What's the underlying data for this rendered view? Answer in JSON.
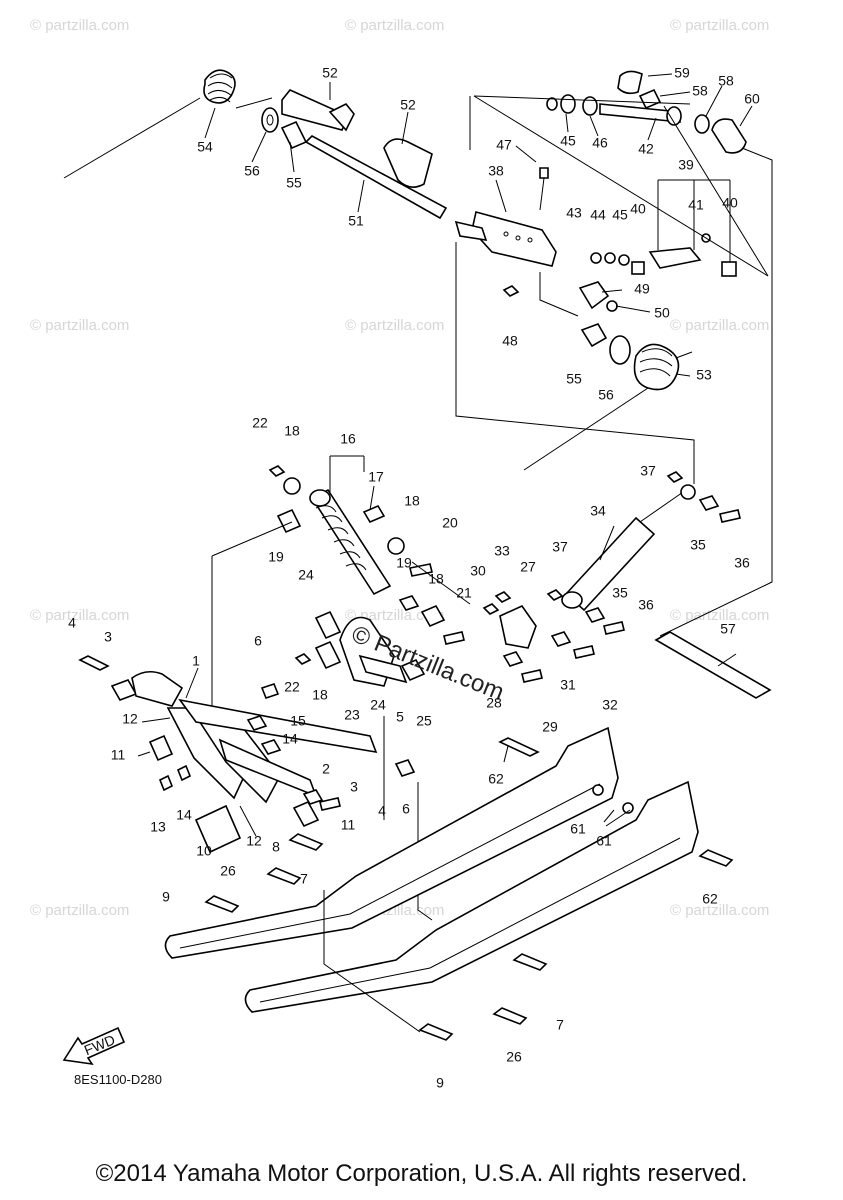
{
  "watermark_text": "© partzilla.com",
  "center_watermark": "© Partzilla.com",
  "fwd_label": "FWD",
  "diagram_code": "8ES1100-D280",
  "copyright": "©2014 Yamaha Motor Corporation, U.S.A. All rights reserved.",
  "callouts": [
    "59",
    "58",
    "58",
    "60",
    "52",
    "52",
    "54",
    "56",
    "55",
    "51",
    "45",
    "46",
    "42",
    "47",
    "38",
    "39",
    "43",
    "44",
    "45",
    "40",
    "41",
    "40",
    "49",
    "50",
    "48",
    "55",
    "56",
    "53",
    "22",
    "18",
    "16",
    "17",
    "18",
    "20",
    "19",
    "19",
    "18",
    "24",
    "21",
    "30",
    "33",
    "27",
    "37",
    "34",
    "37",
    "35",
    "36",
    "35",
    "36",
    "57",
    "4",
    "3",
    "1",
    "6",
    "22",
    "18",
    "23",
    "24",
    "5",
    "25",
    "12",
    "15",
    "14",
    "11",
    "2",
    "3",
    "4",
    "11",
    "13",
    "14",
    "12",
    "8",
    "10",
    "7",
    "26",
    "9",
    "6",
    "28",
    "31",
    "32",
    "29",
    "62",
    "61",
    "61",
    "62",
    "7",
    "26",
    "9"
  ]
}
